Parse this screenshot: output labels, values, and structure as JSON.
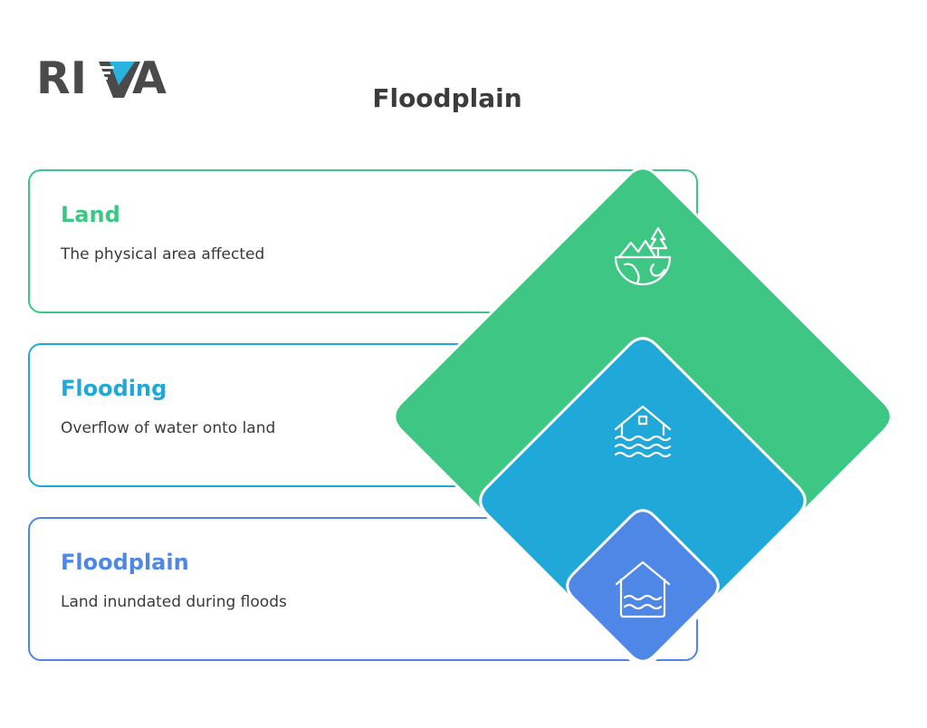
{
  "logo": {
    "letters_left": "RI",
    "letters_right": "A"
  },
  "title": "Floodplain",
  "layers": [
    {
      "title": "Land",
      "description": "The physical area affected",
      "color": "#3ec784",
      "icon": "landscape-globe-icon"
    },
    {
      "title": "Flooding",
      "description": "Overflow of water onto land",
      "color": "#20a8d8",
      "icon": "house-flood-waves-icon"
    },
    {
      "title": "Floodplain",
      "description": "Land inundated during floods",
      "color": "#4f87e6",
      "icon": "flooded-house-icon"
    }
  ]
}
